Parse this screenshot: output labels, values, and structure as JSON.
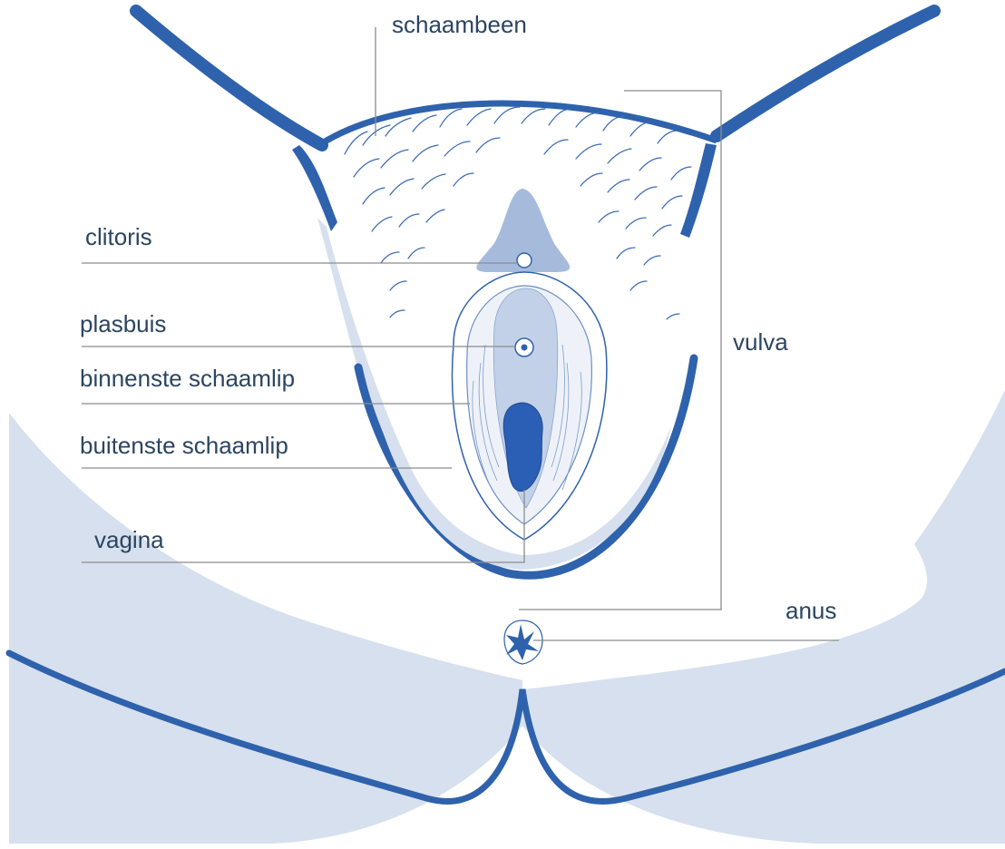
{
  "colors": {
    "outline": "#2f62ac",
    "fill_light": "#d7e0ee",
    "fill_mid": "#a6bbdc",
    "dark": "#2a5fb5",
    "leader": "#8c8c8c",
    "label_text": "#2b4560"
  },
  "labels": {
    "schaambeen": "schaambeen",
    "clitoris": "clitoris",
    "plasbuis": "plasbuis",
    "binnenste_schaamlip": "binnenste schaamlip",
    "buitenste_schaamlip": "buitenste schaamlip",
    "vagina": "vagina",
    "vulva": "vulva",
    "anus": "anus"
  }
}
